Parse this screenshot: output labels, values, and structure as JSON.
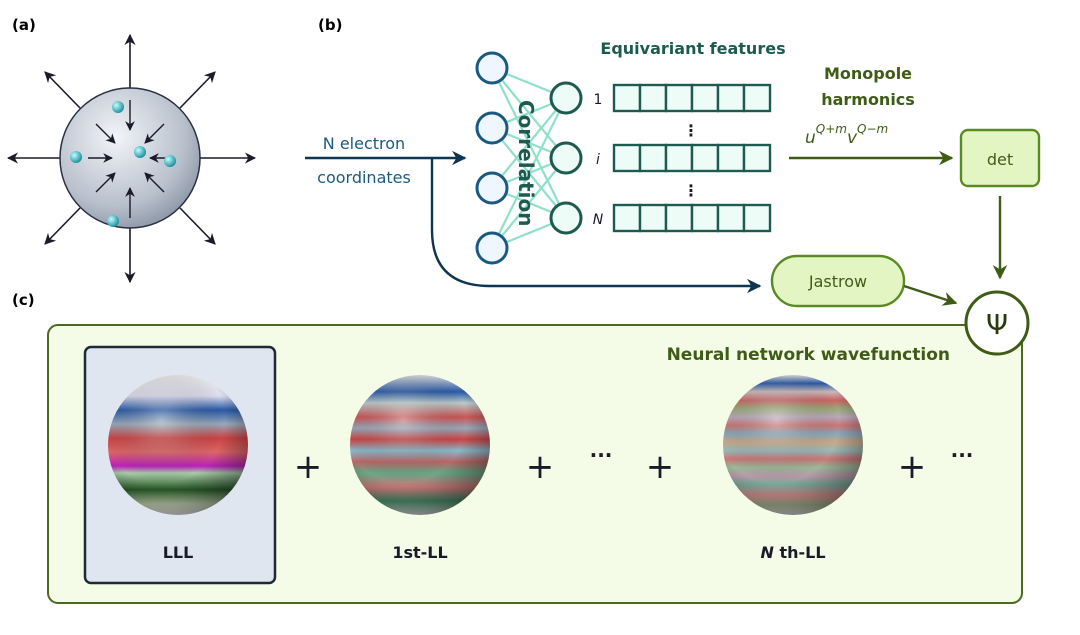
{
  "panels": {
    "a": "(a)",
    "b": "(b)",
    "c": "(c)"
  },
  "input": {
    "line1": "N electron",
    "line2": "coordinates"
  },
  "network": {
    "layer_label": "Correlation",
    "features_title": "Equivariant features",
    "row_labels": [
      "1",
      "i",
      "N"
    ],
    "dots": "⋮"
  },
  "monopole": {
    "line1": "Monopole",
    "line2": "harmonics",
    "formula_u": "u",
    "formula_u_exp": "Q+m",
    "formula_v": "v",
    "formula_v_exp": "Q−m"
  },
  "det_label": "det",
  "jastrow_label": "Jastrow",
  "psi_label": "Ψ",
  "wavefunction": {
    "title": "Neural network wavefunction",
    "terms": [
      {
        "label": "LLL"
      },
      {
        "label": "1st-LL"
      },
      {
        "label_italic": "N",
        "label": " th-LL"
      }
    ],
    "plus": "+",
    "ellipsis": "···"
  },
  "colors": {
    "blue": "#1a5a80",
    "teal": "#1e5a50",
    "green": "#4a6a1e",
    "panel_bg": "#f4fbe6",
    "lll_bg": "#dfe6ef"
  }
}
